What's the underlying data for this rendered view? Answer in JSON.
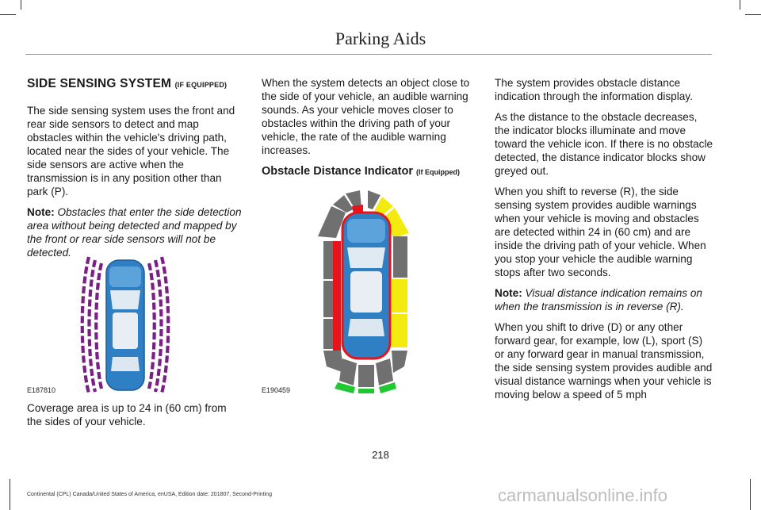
{
  "header": {
    "title": "Parking Aids"
  },
  "col1": {
    "heading": "SIDE SENSING SYSTEM",
    "heading_tag": "(IF EQUIPPED)",
    "para1": "The side sensing system uses the front and rear side sensors to detect and map obstacles within the vehicle's driving path, located near the sides of your vehicle. The side sensors are active when the transmission is in any position other than park (P).",
    "note_label": "Note:",
    "note_text": "Obstacles that enter the side detection area without being detected and mapped by the front or rear side sensors will not be detected.",
    "figure_code": "E187810",
    "para2": "Coverage area is up to 24 in (60 cm) from the sides of your vehicle."
  },
  "col2": {
    "para1": "When the system detects an object close to the side of your vehicle, an audible warning sounds. As your vehicle moves closer to obstacles within the driving path of your vehicle, the rate of the audible warning increases.",
    "heading": "Obstacle Distance Indicator",
    "heading_tag": "(If Equipped)",
    "figure_code": "E190459"
  },
  "col3": {
    "para1": "The system provides obstacle distance indication through the information display.",
    "para2": "As the distance to the obstacle decreases, the indicator blocks illuminate and move toward the vehicle icon. If there is no obstacle detected, the distance indicator blocks show greyed out.",
    "para3": "When you shift to reverse (R), the side sensing system provides audible warnings when your vehicle is moving and obstacles are detected within 24 in (60 cm) and are inside the driving path of your vehicle. When you stop your vehicle the audible warning stops after two seconds.",
    "note_label": "Note:",
    "note_text": "Visual distance indication remains on when the transmission is in reverse (R).",
    "para4": "When you shift to drive (D) or any other forward gear, for example, low (L), sport (S) or any forward gear in manual transmission, the side sensing system provides audible and visual distance warnings when your vehicle is moving below a speed of 5 mph"
  },
  "page_number": "218",
  "footer": "Continental (CPL) Canada/United States of America, enUSA, Edition date: 201807, Second-Printing",
  "watermark": "carmanualsonline.info",
  "colors": {
    "arc_purple": "#7b1f86",
    "car_blue": "#2f7fc4",
    "block_red": "#e8141b",
    "block_yellow": "#f3ea10",
    "block_green": "#22c832",
    "block_grey": "#707070"
  }
}
